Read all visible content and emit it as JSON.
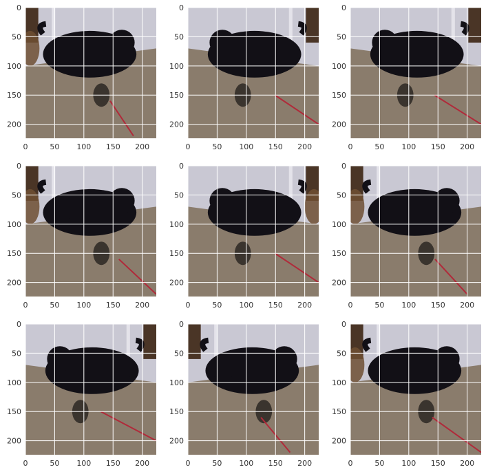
{
  "chart_data": [
    {
      "type": "image",
      "panel": "row1-col1",
      "image_content": "black cat lying on carpet with red string and wicker basket",
      "flip": false,
      "string_from_x": 145,
      "string_to_x": 185,
      "xlim": [
        0,
        224
      ],
      "ylim": [
        224,
        0
      ],
      "xticks": [
        0,
        50,
        100,
        150,
        200
      ],
      "yticks": [
        0,
        50,
        100,
        150,
        200
      ],
      "grid": true
    },
    {
      "type": "image",
      "panel": "row1-col2",
      "image_content": "black cat lying on carpet with red string",
      "flip": true,
      "string_from_x": 0,
      "string_to_x": 75,
      "xlim": [
        0,
        224
      ],
      "ylim": [
        224,
        0
      ],
      "xticks": [
        0,
        50,
        100,
        150,
        200
      ],
      "yticks": [
        0,
        50,
        100,
        150,
        200
      ],
      "grid": true
    },
    {
      "type": "image",
      "panel": "row1-col3",
      "image_content": "black cat lying on carpet with red string",
      "flip": true,
      "string_from_x": 0,
      "string_to_x": 80,
      "xlim": [
        0,
        224
      ],
      "ylim": [
        224,
        0
      ],
      "xticks": [
        0,
        50,
        100,
        150,
        200
      ],
      "yticks": [
        0,
        50,
        100,
        150,
        200
      ],
      "grid": true
    },
    {
      "type": "image",
      "panel": "row2-col1",
      "image_content": "black cat lying on carpet with red string and wicker basket",
      "flip": false,
      "string_from_x": 160,
      "string_to_x": 224,
      "xlim": [
        0,
        224
      ],
      "ylim": [
        224,
        0
      ],
      "xticks": [
        0,
        50,
        100,
        150,
        200
      ],
      "yticks": [
        0,
        50,
        100,
        150,
        200
      ],
      "grid": true
    },
    {
      "type": "image",
      "panel": "row2-col2",
      "image_content": "black cat lying on carpet with red string and wicker basket",
      "flip": true,
      "string_from_x": 0,
      "string_to_x": 75,
      "xlim": [
        0,
        224
      ],
      "ylim": [
        224,
        0
      ],
      "xticks": [
        0,
        50,
        100,
        150,
        200
      ],
      "yticks": [
        0,
        50,
        100,
        150,
        200
      ],
      "grid": true
    },
    {
      "type": "image",
      "panel": "row2-col3",
      "image_content": "black cat lying on carpet with red string and wicker basket",
      "flip": false,
      "string_from_x": 145,
      "string_to_x": 200,
      "xlim": [
        0,
        224
      ],
      "ylim": [
        224,
        0
      ],
      "xticks": [
        0,
        50,
        100,
        150,
        200
      ],
      "yticks": [
        0,
        50,
        100,
        150,
        200
      ],
      "grid": true
    },
    {
      "type": "image",
      "panel": "row3-col1",
      "image_content": "black cat lying on carpet with red string",
      "flip": true,
      "string_from_x": 0,
      "string_to_x": 95,
      "xlim": [
        0,
        224
      ],
      "ylim": [
        224,
        0
      ],
      "xticks": [
        0,
        50,
        100,
        150,
        200
      ],
      "yticks": [
        0,
        50,
        100,
        150,
        200
      ],
      "grid": true
    },
    {
      "type": "image",
      "panel": "row3-col2",
      "image_content": "black cat lying on carpet with red string",
      "flip": false,
      "string_from_x": 125,
      "string_to_x": 175,
      "xlim": [
        0,
        224
      ],
      "ylim": [
        224,
        0
      ],
      "xticks": [
        0,
        50,
        100,
        150,
        200
      ],
      "yticks": [
        0,
        50,
        100,
        150,
        200
      ],
      "grid": true
    },
    {
      "type": "image",
      "panel": "row3-col3",
      "image_content": "black cat lying on carpet with red string and wicker basket",
      "flip": false,
      "string_from_x": 140,
      "string_to_x": 224,
      "xlim": [
        0,
        224
      ],
      "ylim": [
        224,
        0
      ],
      "xticks": [
        0,
        50,
        100,
        150,
        200
      ],
      "yticks": [
        0,
        50,
        100,
        150,
        200
      ],
      "grid": true
    }
  ],
  "colors": {
    "carpet": "#8a7c6c",
    "wall": "#c9c8d3",
    "baseboard": "#e4e3ea",
    "cat": "#121016",
    "string": "#b02a3a",
    "floor_dark": "#4a3526",
    "basket": "#6e4f33",
    "grid": "#ffffff",
    "tick_label": "#333333"
  }
}
